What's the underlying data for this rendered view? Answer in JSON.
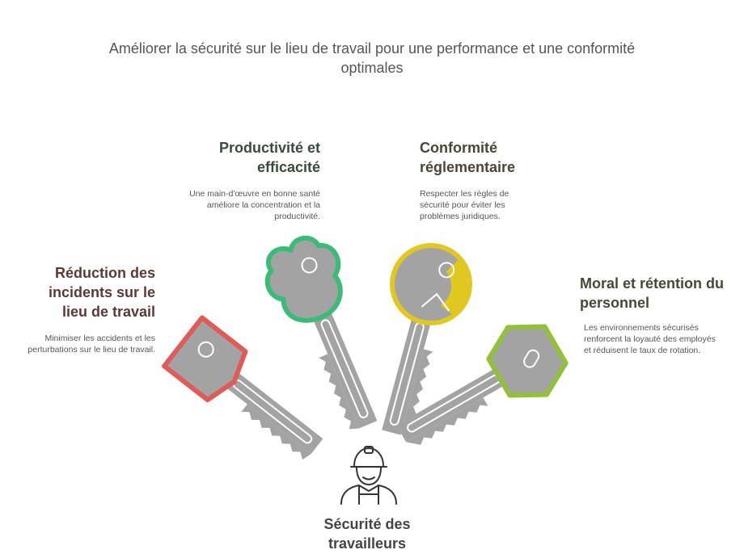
{
  "title": "Améliorer la sécurité sur le lieu de travail pour une performance et une conformité optimales",
  "center": {
    "label": "Sécurité des travailleurs",
    "icon": "worker-hardhat-icon"
  },
  "items": [
    {
      "title": "Réduction des incidents sur le lieu de travail",
      "desc": "Minimiser les accidents et les perturbations sur le lieu de travail.",
      "color": "#e05a57",
      "title_color": "#5a3a36"
    },
    {
      "title": "Productivité et efficacité",
      "desc": "Une main-d'œuvre en bonne santé améliore la concentration et la productivité.",
      "color": "#3bbb78",
      "title_color": "#3a4a3e"
    },
    {
      "title": "Conformité réglementaire",
      "desc": "Respecter les règles de sécurité pour éviter les problèmes juridiques.",
      "color": "#e0c820",
      "title_color": "#4a4636"
    },
    {
      "title": "Moral et rétention du personnel",
      "desc": "Les environnements sécurisés renforcent la loyauté des employés et réduisent le taux de rotation.",
      "color": "#93c03a",
      "title_color": "#454838"
    }
  ]
}
